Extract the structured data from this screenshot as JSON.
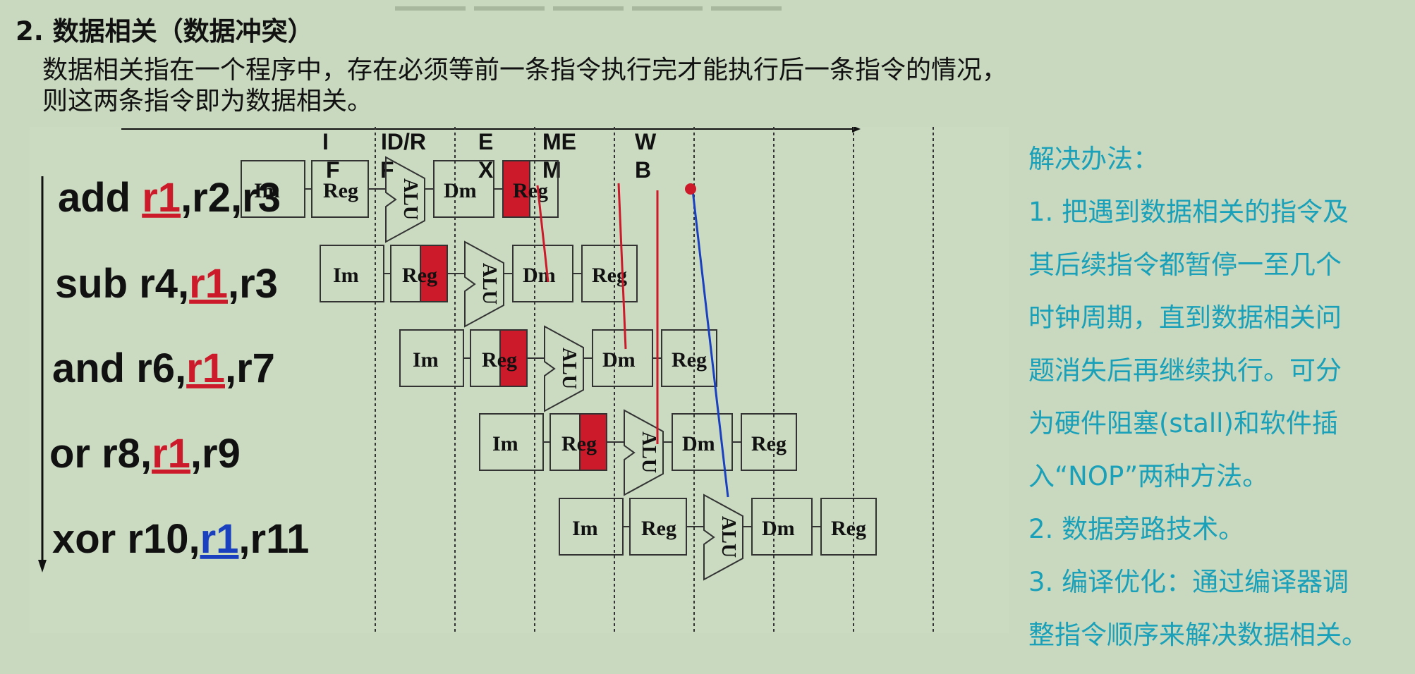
{
  "heading": "2. 数据相关（数据冲突）",
  "description": [
    "数据相关指在一个程序中，存在必须等前一条指令执行完才能执行后一条指令的情况，",
    "则这两条指令即为数据相关。"
  ],
  "stage_labels": [
    "I",
    "ID/R",
    "E",
    "ME",
    "W"
  ],
  "stage_labels_2": [
    "F",
    "F",
    "X",
    "M",
    "B"
  ],
  "instructions": [
    {
      "op": "add ",
      "pre": "",
      "reg": "r1",
      "post": ",r2,r3",
      "reg_color": "#cc1a2a"
    },
    {
      "op": "sub r4,",
      "pre": "",
      "reg": "r1",
      "post": ",r3",
      "reg_color": "#cc1a2a"
    },
    {
      "op": "and r6,",
      "pre": "",
      "reg": "r1",
      "post": ",r7",
      "reg_color": "#cc1a2a"
    },
    {
      "op": "or   r8,",
      "pre": "",
      "reg": "r1",
      "post": ",r9",
      "reg_color": "#cc1a2a"
    },
    {
      "op": "xor r10,",
      "pre": "",
      "reg": "r1",
      "post": ",r11",
      "reg_color": "#1a3fbf"
    }
  ],
  "pipeline_blocks": {
    "im": "Im",
    "reg": "Reg",
    "alu": "ALU",
    "dm": "Dm"
  },
  "solution": {
    "title": "解决办法：",
    "lines": [
      "1. 把遇到数据相关的指令及",
      "其后续指令都暂停一至几个",
      "时钟周期，直到数据相关问",
      "题消失后再继续执行。可分",
      "为硬件阻塞(stall)和软件插",
      "入“NOP”两种方法。",
      "2. 数据旁路技术。",
      "3. 编译优化：通过编译器调",
      "整指令顺序来解决数据相关。"
    ]
  },
  "colors": {
    "background": "#c8d9bf",
    "hazard_red": "#cc1a2a",
    "forward_blue": "#1a3fbf",
    "solution_text": "#1aa0b8"
  }
}
